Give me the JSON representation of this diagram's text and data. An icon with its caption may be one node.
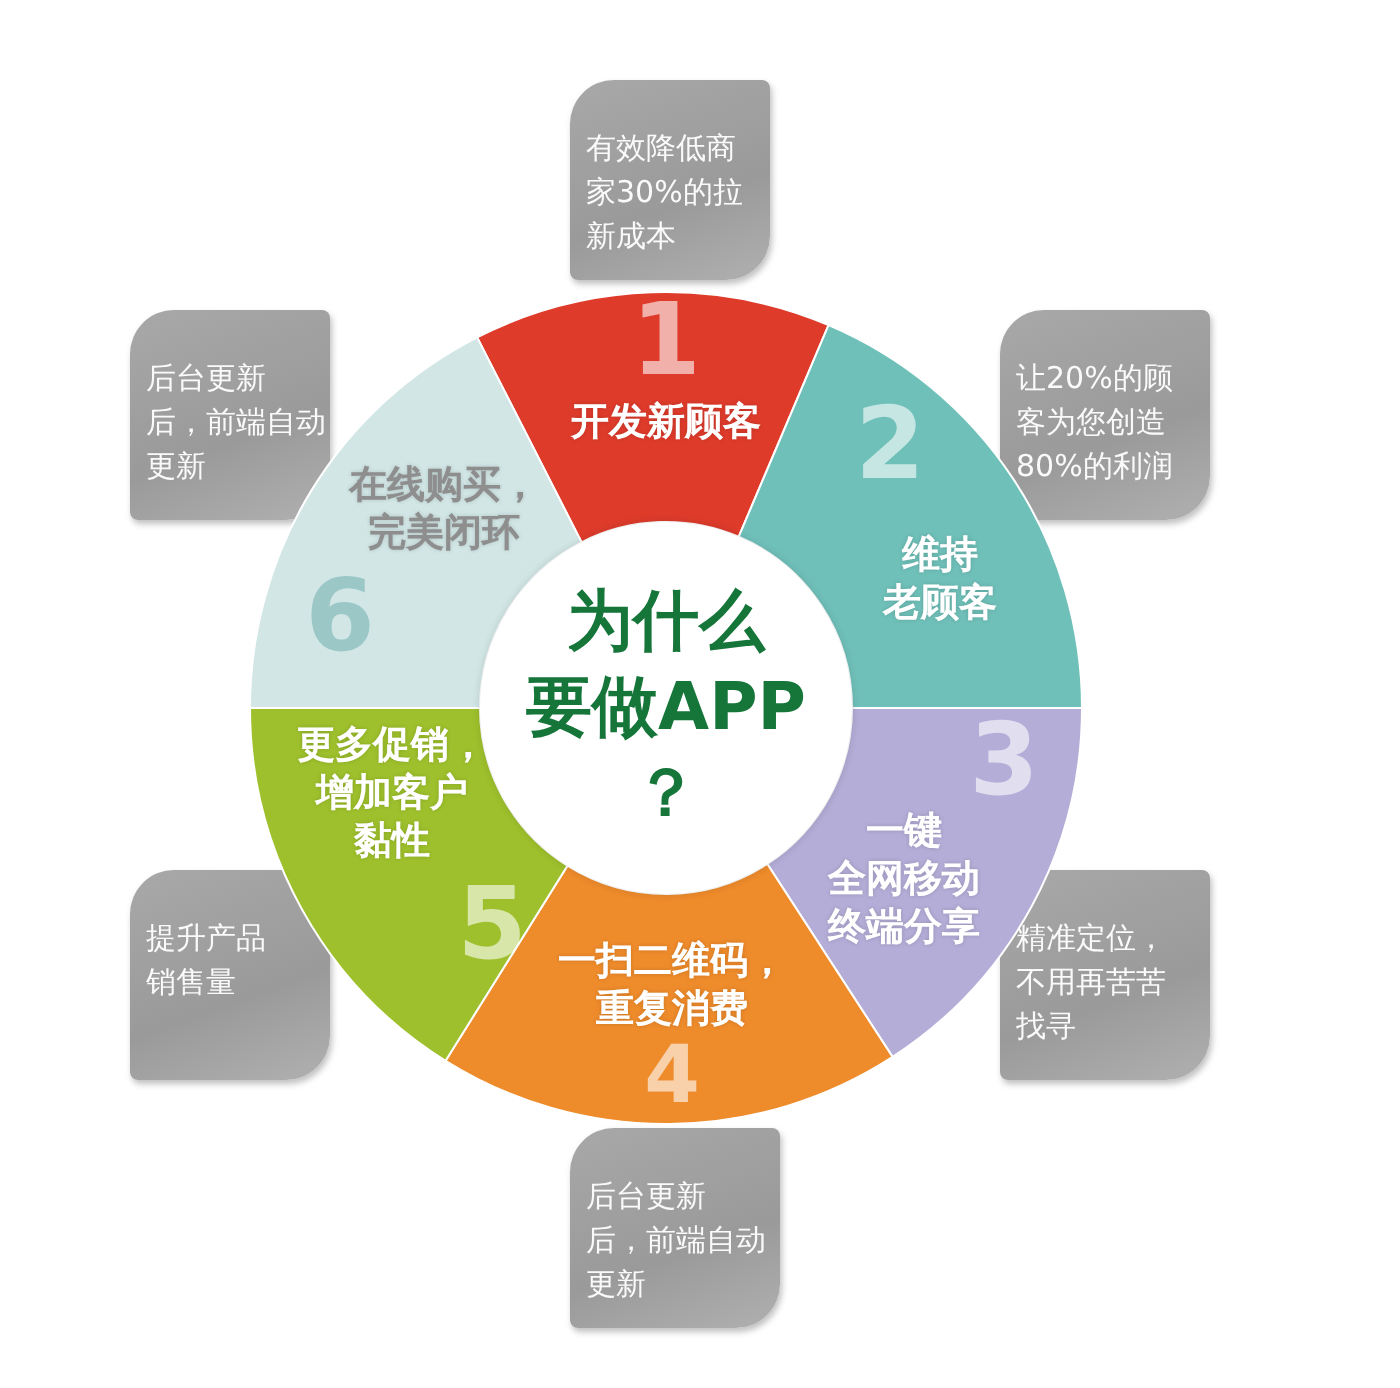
{
  "diagram": {
    "nodes": [
      {
        "text": [
          "为什么要做APP？"
        ]
      },
      {
        "text": [
          "1",
          "开发新顾客"
        ]
      },
      {
        "text": [
          "2",
          "维持老顾客"
        ]
      },
      {
        "text": [
          "3",
          "一键全网移动终端分享"
        ]
      },
      {
        "text": [
          "一扫二维码，重复消费",
          "4"
        ]
      },
      {
        "text": [
          "更多促销，增加客户黏性",
          "5"
        ]
      },
      {
        "text": [
          "在线购买，完美闭环",
          "6"
        ]
      },
      {
        "text": [
          "有效降低商家30%的拉新成本"
        ]
      },
      {
        "text": [
          "让20%的顾客为您创造80%的利润"
        ]
      },
      {
        "text": [
          "精准定位，不用再苦苦找寻"
        ]
      },
      {
        "text": [
          "后台更新后，前端自动更新"
        ]
      },
      {
        "text": [
          "提升产品销售量"
        ]
      },
      {
        "text": [
          "后台更新后，前端自动更新"
        ]
      }
    ]
  }
}
